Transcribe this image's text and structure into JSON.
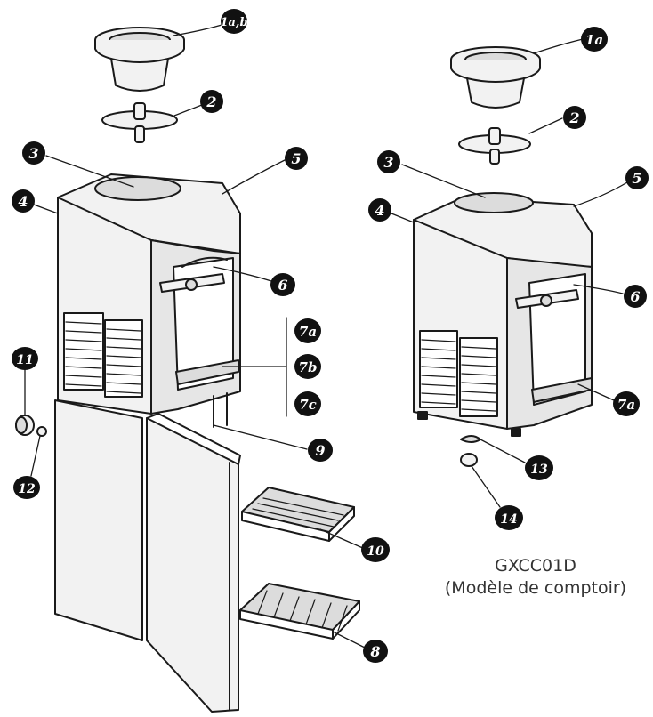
{
  "colors": {
    "ink": "#1a1a1a",
    "body": "#f2f2f2",
    "shade": "#dcdcdc",
    "callout": "#111111"
  },
  "caption": {
    "model": "GXCC01D",
    "subtitle": "(Modèle de comptoir)"
  },
  "callouts": {
    "c1ab": "1a,b",
    "c2": "2",
    "c3": "3",
    "c4": "4",
    "c5": "5",
    "c6": "6",
    "c7a": "7a",
    "c7b": "7b",
    "c7c": "7c",
    "c8": "8",
    "c9": "9",
    "c10": "10",
    "c11": "11",
    "c12": "12",
    "r1a": "1a",
    "r2": "2",
    "r3": "3",
    "r4": "4",
    "r5": "5",
    "r6": "6",
    "r7a": "7a",
    "r13": "13",
    "r14": "14"
  }
}
